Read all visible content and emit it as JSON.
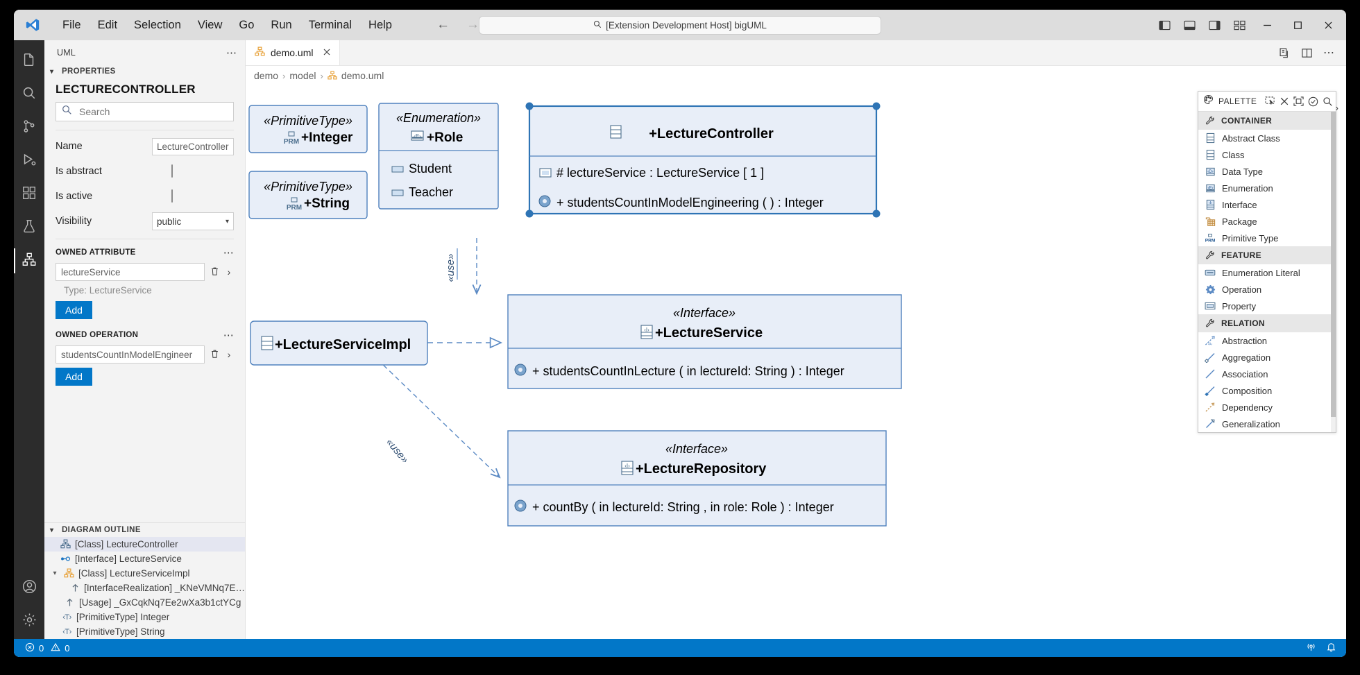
{
  "titlebar": {
    "menus": [
      "File",
      "Edit",
      "Selection",
      "View",
      "Go",
      "Run",
      "Terminal",
      "Help"
    ],
    "back_icon": "arrow-left-icon",
    "forward_icon": "arrow-right-icon",
    "omnibar_text": "[Extension Development Host] bigUML",
    "omnibar_icon": "search-icon",
    "layout_icons": [
      "toggle-primary-sidebar-icon",
      "toggle-panel-icon",
      "toggle-secondary-sidebar-icon",
      "customize-layout-icon"
    ],
    "window_controls": [
      "minimize",
      "maximize",
      "close"
    ]
  },
  "activitybar": {
    "items": [
      {
        "name": "explorer",
        "icon": "files-icon",
        "active": false
      },
      {
        "name": "search",
        "icon": "search-icon",
        "active": false
      },
      {
        "name": "source-control",
        "icon": "source-control-icon",
        "active": false
      },
      {
        "name": "run-and-debug",
        "icon": "run-debug-icon",
        "active": false
      },
      {
        "name": "extensions",
        "icon": "extensions-icon",
        "active": false
      },
      {
        "name": "testing",
        "icon": "beaker-icon",
        "active": false
      },
      {
        "name": "uml",
        "icon": "uml-icon",
        "active": true
      }
    ],
    "bottom": [
      {
        "name": "accounts",
        "icon": "account-icon"
      },
      {
        "name": "settings",
        "icon": "gear-icon"
      }
    ]
  },
  "sidebar": {
    "title": "UML",
    "more_icon": "ellipsis-icon",
    "properties": {
      "section_label": "PROPERTIES",
      "object_name": "LECTURECONTROLLER",
      "search_placeholder": "Search",
      "search_value": "",
      "search_icon": "search-icon",
      "fields": [
        {
          "label": "Name",
          "type": "text",
          "value": "LectureController"
        },
        {
          "label": "Is abstract",
          "type": "checkbox",
          "checked": false
        },
        {
          "label": "Is active",
          "type": "checkbox",
          "checked": false
        },
        {
          "label": "Visibility",
          "type": "select",
          "value": "public"
        }
      ],
      "owned_attribute": {
        "label": "OWNED ATTRIBUTE",
        "more_icon": "ellipsis-icon",
        "value": "lectureService",
        "delete_icon": "trash-icon",
        "expand_icon": "chevron-right-icon",
        "type_note": "Type: LectureService",
        "add_label": "Add"
      },
      "owned_operation": {
        "label": "OWNED OPERATION",
        "more_icon": "ellipsis-icon",
        "value": "studentsCountInModelEngineer",
        "delete_icon": "trash-icon",
        "expand_icon": "chevron-right-icon",
        "add_label": "Add"
      }
    },
    "outline": {
      "section_label": "DIAGRAM OUTLINE",
      "rows": [
        {
          "label": "[Class] LectureController",
          "icon": "class-icon",
          "indent": 1,
          "twisty": "",
          "selected": true
        },
        {
          "label": "[Interface] LectureService",
          "icon": "interface-socket-icon",
          "indent": 1,
          "twisty": "",
          "selected": false
        },
        {
          "label": "[Class] LectureServiceImpl",
          "icon": "class-icon-orange",
          "indent": 0,
          "twisty": "expanded",
          "selected": false
        },
        {
          "label": "[InterfaceRealization] _KNeVMNq7E…",
          "icon": "arrow-up-icon",
          "indent": 2,
          "twisty": "",
          "selected": false
        },
        {
          "label": "[Usage] _GxCqkNq7Ee2wXa3b1ctYCg",
          "icon": "arrow-up-icon",
          "indent": 1,
          "twisty": "",
          "selected": false
        },
        {
          "label": "[PrimitiveType] Integer",
          "icon": "primitive-type-icon",
          "indent": 1,
          "twisty": "",
          "selected": false
        },
        {
          "label": "[PrimitiveType] String",
          "icon": "primitive-type-icon",
          "indent": 1,
          "twisty": "",
          "selected": false
        }
      ]
    }
  },
  "editor": {
    "tab": {
      "label": "demo.uml",
      "icon": "uml-file-icon",
      "close_icon": "close-icon"
    },
    "actions": [
      "split-editor-icon",
      "open-changes-icon",
      "more-actions-icon"
    ],
    "breadcrumbs": [
      {
        "label": "demo",
        "icon": ""
      },
      {
        "label": "model",
        "icon": ""
      },
      {
        "label": "demo.uml",
        "icon": "uml-file-icon"
      }
    ]
  },
  "palette": {
    "title": "PALETTE",
    "icon": "palette-icon",
    "header_icons": [
      "marquee-select-icon",
      "delete-icon",
      "fit-to-screen-icon",
      "validate-icon",
      "search-icon",
      "expand-icon"
    ],
    "groups": [
      {
        "label": "CONTAINER",
        "icon": "tools-icon",
        "items": [
          {
            "label": "Abstract Class",
            "icon": "class-icon"
          },
          {
            "label": "Class",
            "icon": "class-icon"
          },
          {
            "label": "Data Type",
            "icon": "datatype-icon"
          },
          {
            "label": "Enumeration",
            "icon": "enumeration-icon"
          },
          {
            "label": "Interface",
            "icon": "interface-icon"
          },
          {
            "label": "Package",
            "icon": "package-icon"
          },
          {
            "label": "Primitive Type",
            "icon": "primitive-type-icon"
          }
        ]
      },
      {
        "label": "FEATURE",
        "icon": "tools-icon",
        "items": [
          {
            "label": "Enumeration Literal",
            "icon": "literal-icon"
          },
          {
            "label": "Operation",
            "icon": "operation-gear-icon"
          },
          {
            "label": "Property",
            "icon": "property-icon"
          }
        ]
      },
      {
        "label": "RELATION",
        "icon": "tools-icon",
        "items": [
          {
            "label": "Abstraction",
            "icon": "abstraction-icon"
          },
          {
            "label": "Aggregation",
            "icon": "aggregation-icon"
          },
          {
            "label": "Association",
            "icon": "association-icon"
          },
          {
            "label": "Composition",
            "icon": "composition-icon"
          },
          {
            "label": "Dependency",
            "icon": "dependency-icon"
          },
          {
            "label": "Generalization",
            "icon": "generalization-icon"
          }
        ]
      }
    ]
  },
  "statusbar": {
    "error_icon": "error-circle-icon",
    "errors": "0",
    "warning_icon": "warning-triangle-icon",
    "warnings": "0",
    "right_icons": [
      "broadcast-icon",
      "bell-icon"
    ]
  },
  "diagram": {
    "colors": {
      "node_fill": "#e8eef8",
      "node_stroke": "#4f81bd",
      "selected_stroke": "#2e74b5",
      "handle_fill": "#2e74b5",
      "edge_stroke": "#5b8ac4",
      "text": "#000000"
    },
    "nodes": [
      {
        "id": "integer",
        "kind": "primitive-type",
        "stereotype": "«PrimitiveType»",
        "icon": "primitive-type-icon",
        "name": "+Integer",
        "selected": false
      },
      {
        "id": "string",
        "kind": "primitive-type",
        "stereotype": "«PrimitiveType»",
        "icon": "primitive-type-icon",
        "name": "+String",
        "selected": false
      },
      {
        "id": "role",
        "kind": "enumeration",
        "stereotype": "«Enumeration»",
        "icon": "enumeration-icon",
        "name": "+Role",
        "literals": [
          "Student",
          "Teacher"
        ],
        "selected": false
      },
      {
        "id": "lecture-controller",
        "kind": "class",
        "stereotype": "",
        "icon": "class-icon",
        "name": "+LectureController",
        "attributes": [
          "# lectureService : LectureService [ 1 ]"
        ],
        "operations": [
          "+ studentsCountInModelEngineering ( ) : Integer"
        ],
        "selected": true
      },
      {
        "id": "lecture-service-impl",
        "kind": "class",
        "stereotype": "",
        "icon": "class-icon",
        "name": "+LectureServiceImpl",
        "selected": false
      },
      {
        "id": "lecture-service",
        "kind": "interface",
        "stereotype": "«Interface»",
        "icon": "interface-icon",
        "name": "+LectureService",
        "operations": [
          "+ studentsCountInLecture ( in lectureId: String ) : Integer"
        ],
        "selected": false
      },
      {
        "id": "lecture-repository",
        "kind": "interface",
        "stereotype": "«Interface»",
        "icon": "interface-icon",
        "name": "+LectureRepository",
        "operations": [
          "+ countBy ( in lectureId: String , in role: Role ) : Integer"
        ],
        "selected": false
      }
    ],
    "edges": [
      {
        "id": "use-controller-service",
        "type": "usage",
        "label": "«use»",
        "from": "lecture-controller",
        "to": "lecture-service"
      },
      {
        "id": "realization-impl-service",
        "type": "interface-realization",
        "label": "",
        "from": "lecture-service-impl",
        "to": "lecture-service"
      },
      {
        "id": "use-impl-repository",
        "type": "usage",
        "label": "«use»",
        "from": "lecture-service-impl",
        "to": "lecture-repository"
      }
    ]
  }
}
